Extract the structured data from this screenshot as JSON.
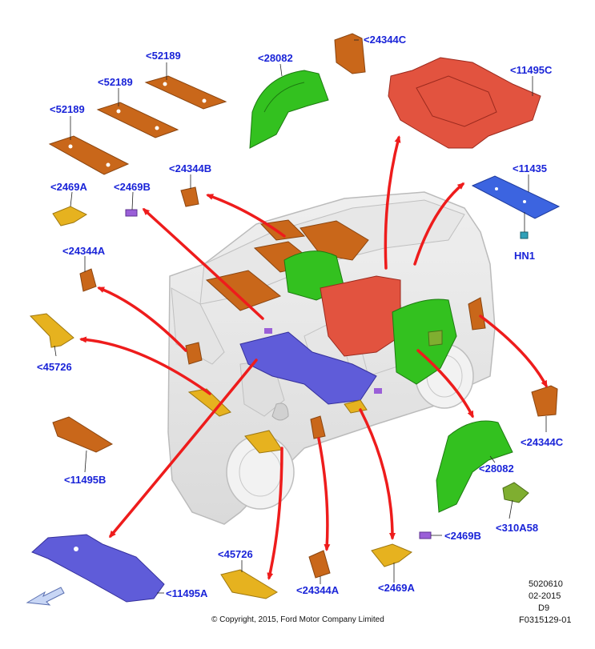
{
  "labels": {
    "l_52189_top": "<52189",
    "l_52189_mid": "<52189",
    "l_52189_low": "<52189",
    "l_28082_top": "<28082",
    "l_24344c_top": "<24344C",
    "l_11495c": "<11495C",
    "l_24344b": "<24344B",
    "l_2469a_left": "<2469A",
    "l_2469b_left": "<2469B",
    "l_11435": "<11435",
    "l_hn1": "HN1",
    "l_24344a_left": "<24344A",
    "l_45726_left": "<45726",
    "l_24344c_right": "<24344C",
    "l_28082_right": "<28082",
    "l_11495b": "<11495B",
    "l_310a58": "<310A58",
    "l_2469b_right": "<2469B",
    "l_45726_bottom": "<45726",
    "l_24344a_bottom": "<24344A",
    "l_2469a_bottom": "<2469A",
    "l_11495a": "<11495A"
  },
  "meta": {
    "code": "5020610",
    "date": "02-2015",
    "variant": "D9",
    "figure_id": "F0315129-01",
    "copyright": "© Copyright, 2015, Ford Motor Company Limited"
  },
  "colors": {
    "label": "#1a24d8",
    "arrow": "#ee1c1c",
    "orange_part": "#c9671a",
    "green_part": "#33c11f",
    "red_part": "#e2533f",
    "blue_part": "#5f5cd9",
    "yellow_part": "#e6b21f",
    "purple_part": "#9a5fd8",
    "olive_part": "#7fae30"
  }
}
